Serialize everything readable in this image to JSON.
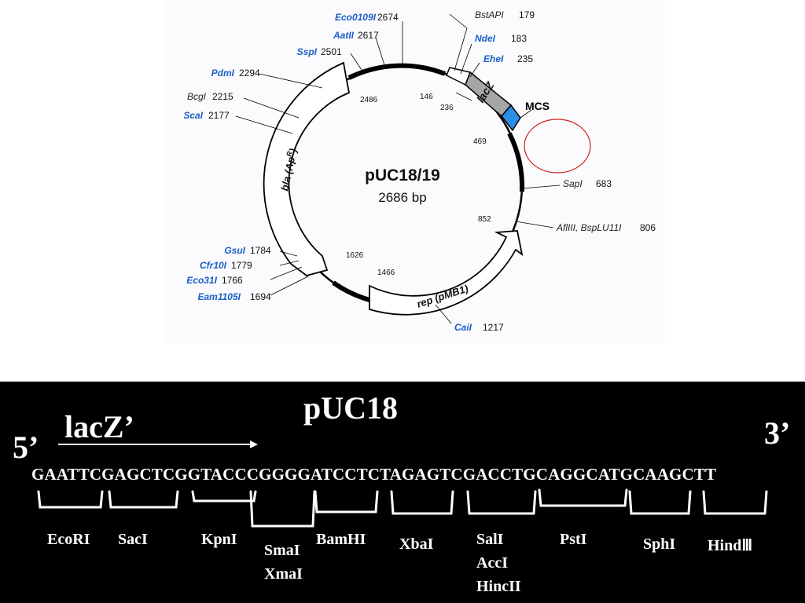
{
  "plasmid": {
    "name": "pUC18/19",
    "size": "2686 bp",
    "features": {
      "lacz": "lacZ",
      "mcs": "MCS",
      "bla": "bla (Ap",
      "bla_sup": "R",
      "bla_close": ")",
      "rep": "rep (pMB1)"
    },
    "inner_positions": [
      "146",
      "236",
      "469",
      "852",
      "1466",
      "1626",
      "2486"
    ],
    "sites": [
      {
        "enzyme": "Eco0109I",
        "pos": "2674"
      },
      {
        "enzyme": "AatII",
        "pos": "2617"
      },
      {
        "enzyme": "SspI",
        "pos": "2501"
      },
      {
        "enzyme": "PdmI",
        "pos": "2294"
      },
      {
        "enzyme": "BcgI",
        "pos": "2215"
      },
      {
        "enzyme": "ScaI",
        "pos": "2177"
      },
      {
        "enzyme": "GsuI",
        "pos": "1784"
      },
      {
        "enzyme": "Cfr10I",
        "pos": "1779"
      },
      {
        "enzyme": "Eco31I",
        "pos": "1766"
      },
      {
        "enzyme": "Eam1105I",
        "pos": "1694"
      },
      {
        "enzyme": "BstAPI",
        "pos": "179"
      },
      {
        "enzyme": "NdeI",
        "pos": "183"
      },
      {
        "enzyme": "EheI",
        "pos": "235"
      },
      {
        "enzyme": "SapI",
        "pos": "683"
      },
      {
        "enzyme": "AflIII, BspLU11I",
        "pos": "806"
      },
      {
        "enzyme": "CaiI",
        "pos": "1217"
      }
    ]
  },
  "colors": {
    "site_blue": "#1a5fc8",
    "mcs_blue": "#2a8ee8",
    "lacz_gray": "#a6a6a6",
    "highlight_circle": "#d02020"
  },
  "sequence_panel": {
    "title": "pUC18",
    "strand_5": "5’",
    "strand_3": "3’",
    "lacz_label": "lacZ’",
    "sequence": "GAATTCGAGCTCGGTACCCGGGGATCCTCTAGAGTCGACCTGCAGGCATGCAAGCTT",
    "enzymes": {
      "ecori": "EcoRI",
      "saci": "SacI",
      "kpni": "KpnI",
      "smai": "SmaI",
      "xmai": "XmaI",
      "bamhi": "BamHI",
      "xbai": "XbaI",
      "sali": "SalI",
      "acci": "AccI",
      "hincii": "HincII",
      "psti": "PstI",
      "sphi": "SphI",
      "hindiii": "HindⅢ"
    }
  }
}
